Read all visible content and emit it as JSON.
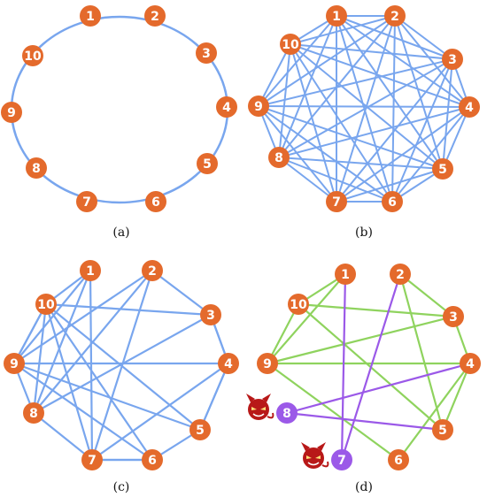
{
  "colors": {
    "node": "#e46a2c",
    "edge_blue": "#79a6ee",
    "edge_green": "#8fd35e",
    "edge_purple": "#9b59e8",
    "malicious_node": "#9b59e8",
    "devil": "#b81818"
  },
  "panels": [
    {
      "id": "a",
      "caption": "(a)",
      "nodes": [
        "1",
        "2",
        "3",
        "4",
        "5",
        "6",
        "7",
        "8",
        "9",
        "10"
      ],
      "topology": "ring"
    },
    {
      "id": "b",
      "caption": "(b)",
      "nodes": [
        "1",
        "2",
        "3",
        "4",
        "5",
        "6",
        "7",
        "8",
        "9",
        "10"
      ],
      "topology": "complete"
    },
    {
      "id": "c",
      "caption": "(c)",
      "nodes": [
        "1",
        "2",
        "3",
        "4",
        "5",
        "6",
        "7",
        "8",
        "9",
        "10"
      ],
      "topology": "sparse"
    },
    {
      "id": "d",
      "caption": "(d)",
      "nodes": [
        "1",
        "2",
        "3",
        "4",
        "5",
        "6",
        "7",
        "8",
        "9",
        "10"
      ],
      "topology": "sparse-with-malicious",
      "malicious_nodes": [
        "7",
        "8"
      ],
      "icon": "devil-icon"
    }
  ]
}
